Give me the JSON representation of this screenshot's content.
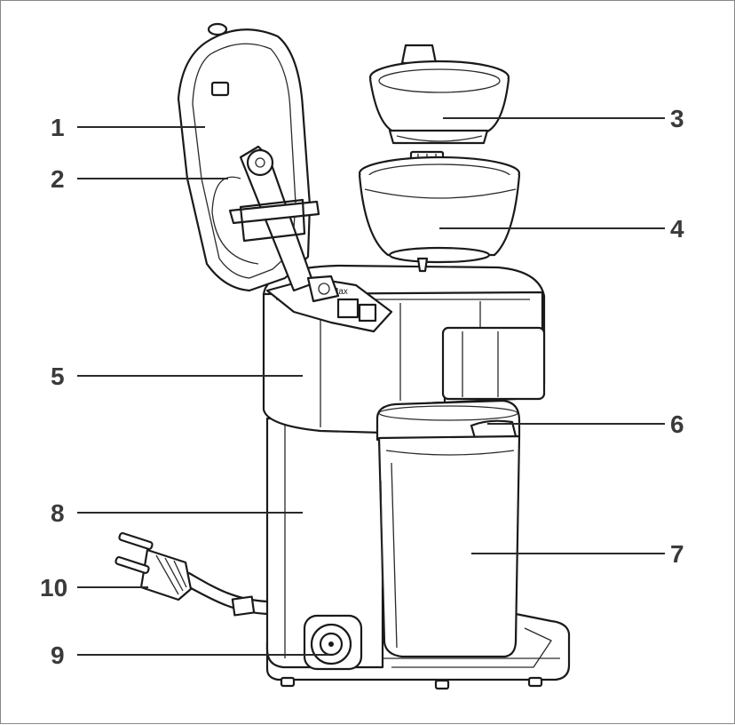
{
  "labels": [
    {
      "id": "lid",
      "text": "1"
    },
    {
      "id": "filter-holder",
      "text": "2"
    },
    {
      "id": "permanent-filter",
      "text": "3"
    },
    {
      "id": "filter-basket",
      "text": "4"
    },
    {
      "id": "water-tank",
      "text": "5"
    },
    {
      "id": "travel-mug-lid",
      "text": "6"
    },
    {
      "id": "travel-mug",
      "text": "7"
    },
    {
      "id": "housing",
      "text": "8"
    },
    {
      "id": "on-off-switch",
      "text": "9"
    },
    {
      "id": "power-plug",
      "text": "10"
    }
  ],
  "tank_marking": "Max",
  "colors": {
    "ink": "#1a1a1a",
    "label": "#3a3a3a",
    "frame": "#888888"
  }
}
